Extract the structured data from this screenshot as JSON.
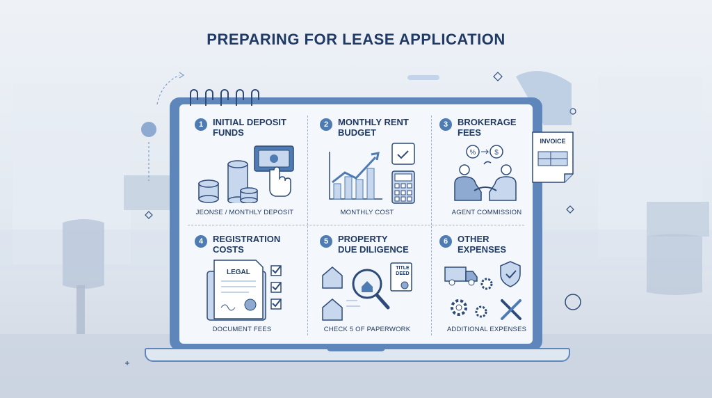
{
  "title": "PREPARING FOR LEASE APPLICATION",
  "invoice_label": "INVOICE",
  "colors": {
    "primary": "#4f7bb3",
    "dark": "#1f3a64",
    "light": "#c7d8ee",
    "frame": "#5f86bb"
  },
  "cards": [
    {
      "number": "1",
      "heading": "INITIAL DEPOSIT\nFUNDS",
      "caption": "JEONSE / MONTHLY DEPOSIT",
      "icon": "coins-and-cash-icon"
    },
    {
      "number": "2",
      "heading": "MONTHLY RENT\nBUDGET",
      "caption": "MONTHLY COST",
      "icon": "growth-chart-calculator-icon"
    },
    {
      "number": "3",
      "heading": "BROKERAGE\nFEES",
      "caption": "AGENT COMMISSION",
      "icon": "handshake-icon"
    },
    {
      "number": "4",
      "heading": "REGISTRATION\nCOSTS",
      "caption": "DOCUMENT FEES",
      "icon": "legal-document-icon",
      "doc_label": "LEGAL"
    },
    {
      "number": "5",
      "heading": "PROPERTY\nDUE DILIGENCE",
      "caption": "CHECK 5 OF PAPERWORK",
      "icon": "magnifier-house-icon",
      "doc_label": "TITLE DEED"
    },
    {
      "number": "6",
      "heading": "OTHER\nEXPENSES",
      "caption": "ADDITIONAL EXPENSES",
      "icon": "truck-gears-tools-icon"
    }
  ]
}
